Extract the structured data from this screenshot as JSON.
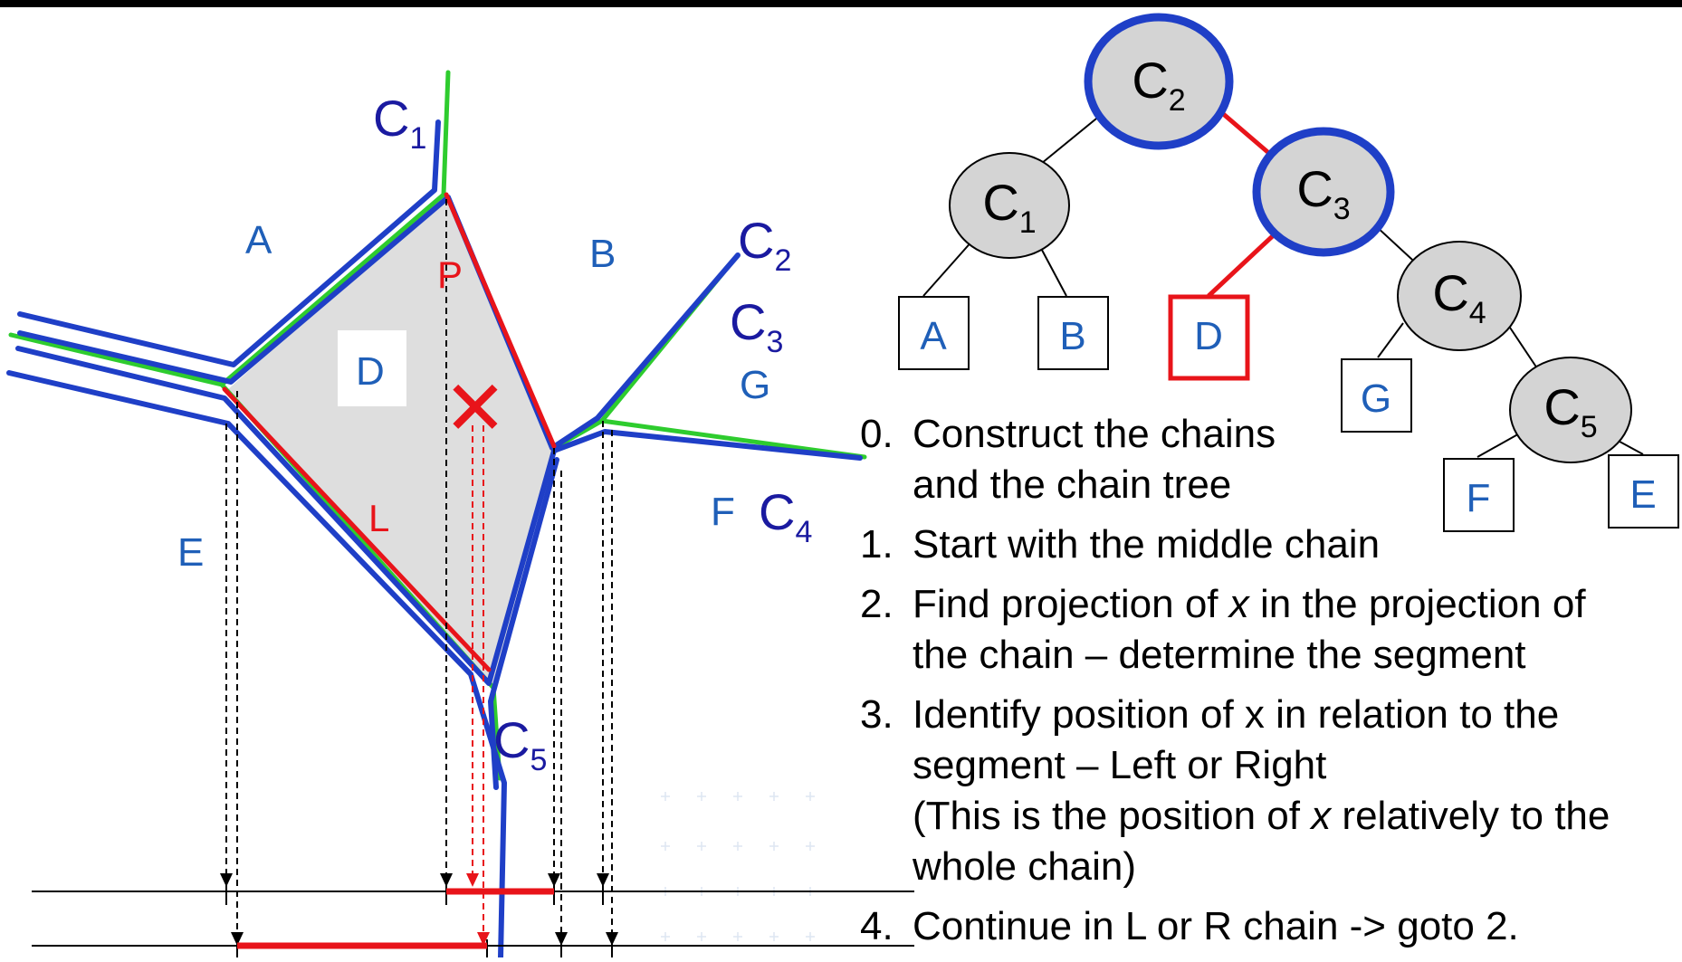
{
  "palette": {
    "chain_blue": "#1f3fc7",
    "chain_green": "#2ecc2e",
    "highlight_red": "#e8141a",
    "region_text_blue": "#1f5fb8",
    "node_fill": "#d4d4d4",
    "node_border_active": "#1f3fc7",
    "node_border_inactive": "#000000",
    "background": "#ffffff"
  },
  "left_diagram": {
    "region_labels": [
      "A",
      "B",
      "D",
      "E",
      "G",
      "F"
    ],
    "chain_labels": {
      "c1": {
        "base": "C",
        "sub": "1"
      },
      "c2": {
        "base": "C",
        "sub": "2"
      },
      "c3": {
        "base": "C",
        "sub": "3"
      },
      "c4": {
        "base": "C",
        "sub": "4"
      },
      "c5": {
        "base": "C",
        "sub": "5"
      }
    },
    "segment_labels": {
      "P": "P",
      "L": "L"
    },
    "query_marker": "✕"
  },
  "tree": {
    "nodes": {
      "c2": {
        "base": "C",
        "sub": "2",
        "active": true
      },
      "c1": {
        "base": "C",
        "sub": "1",
        "active": false
      },
      "c3": {
        "base": "C",
        "sub": "3",
        "active": true
      },
      "c4": {
        "base": "C",
        "sub": "4",
        "active": false
      },
      "c5": {
        "base": "C",
        "sub": "5",
        "active": false
      }
    },
    "leaves": {
      "A": {
        "label": "A",
        "active": false
      },
      "B": {
        "label": "B",
        "active": false
      },
      "D": {
        "label": "D",
        "active": true
      },
      "G": {
        "label": "G",
        "active": false
      },
      "F": {
        "label": "F",
        "active": false
      },
      "E": {
        "label": "E",
        "active": false
      }
    }
  },
  "steps": [
    {
      "num": "0.",
      "lines": [
        "Construct the chains",
        "and the chain tree"
      ]
    },
    {
      "num": "1.",
      "lines": [
        "Start with the middle chain"
      ]
    },
    {
      "num": "2.",
      "lines": [
        "Find projection of <i>x</i> in the projection of",
        "the chain – determine the segment"
      ]
    },
    {
      "num": "3.",
      "lines": [
        "Identify position of x in relation to the",
        "segment – Left or Right",
        "(This is the position of <i>x</i> relatively to the",
        "whole chain)"
      ]
    },
    {
      "num": "4.",
      "lines": [
        "Continue in L or R chain -> goto 2."
      ]
    }
  ]
}
